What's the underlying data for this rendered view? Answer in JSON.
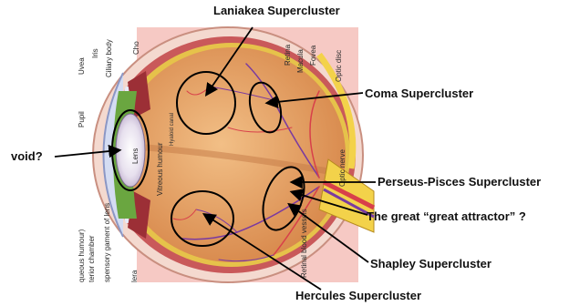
{
  "eye_labels": {
    "uvea": "Uvea",
    "iris": "Iris",
    "ciliary_body": "Ciliary body",
    "choroid": "Cho",
    "retina": "Retina",
    "macula": "Macula",
    "fovea": "Fovea",
    "optic_disc": "Optic disc",
    "pupil": "Pupil",
    "lens": "Lens",
    "hyaloid_canal": "Hyaloid canal",
    "vitreous_humour": "Vitreous humour",
    "optic_nerve": "Optic nerve",
    "aqueous_humour": "queous humour)",
    "anterior_chamber": "terior chamber",
    "suspensory_ligament": "spensory gament of lens",
    "sclera": "lera",
    "retinal_blood_vessels": "Retinal blood vessels"
  },
  "annotations": {
    "laniakea": "Laniakea Supercluster",
    "coma": "Coma Supercluster",
    "void": "void?",
    "perseus_pisces": "Perseus-Pisces Supercluster",
    "great_attractor": "The great “great attractor” ?",
    "shapley": "Shapley Supercluster",
    "hercules": "Hercules Supercluster"
  },
  "colors": {
    "vitreous_orange": "#e9a56a",
    "lens_green": "#6aa640",
    "sclera_pink": "#f6c9c4",
    "optic_nerve_yellow": "#f3d24a",
    "vessel_purple": "#7a3aa0",
    "vessel_red": "#d8404a"
  }
}
